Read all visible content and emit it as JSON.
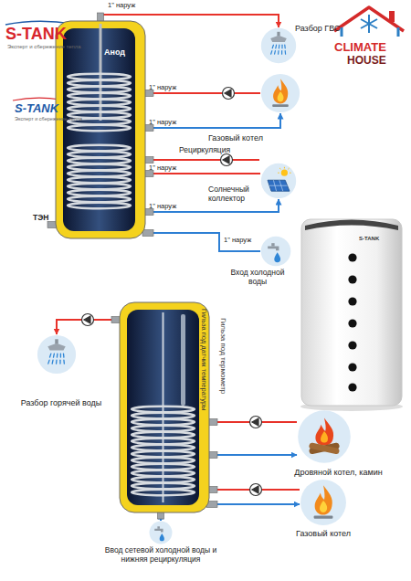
{
  "diagram": {
    "nodes": [
      {
        "text": [
          "Анод"
        ]
      },
      {
        "text": [
          "Разбор ГВС"
        ]
      },
      {
        "text": [
          "Газовый котел"
        ]
      },
      {
        "text": [
          "Солнечный коллектор"
        ]
      },
      {
        "text": [
          "Вход холодной воды"
        ]
      },
      {
        "text": [
          "Гильза под датчик температуры",
          "Гильза под термометр"
        ]
      },
      {
        "text": [
          "Разбор горячей воды"
        ]
      },
      {
        "text": [
          "Дровяной котел, камин"
        ]
      },
      {
        "text": [
          "Газовый котел"
        ]
      },
      {
        "text": [
          "Ввод сетевой холодной воды и нижняя рециркуляция"
        ]
      }
    ],
    "edges": [
      {
        "from": 0,
        "to": 1,
        "arrow": "to"
      },
      {
        "from": 2,
        "to": 0,
        "arrow": "to"
      },
      {
        "from": 0,
        "to": 2,
        "arrow": "to"
      },
      {
        "from": 3,
        "to": 0,
        "arrow": "to"
      },
      {
        "from": 0,
        "to": 3,
        "arrow": "to"
      },
      {
        "from": 4,
        "to": 0,
        "arrow": "to"
      },
      {
        "from": 5,
        "to": 6,
        "arrow": "to"
      },
      {
        "from": 7,
        "to": 5,
        "arrow": "to"
      },
      {
        "from": 5,
        "to": 7,
        "arrow": "to"
      },
      {
        "from": 8,
        "to": 5,
        "arrow": "to"
      },
      {
        "from": 5,
        "to": 8,
        "arrow": "to"
      },
      {
        "from": 9,
        "to": 5,
        "arrow": "to"
      }
    ],
    "labels": [
      "S-TANK",
      "Эксперт и сбережение тепла",
      "S-TANK",
      "Эксперт и сбережение тепла",
      "CLIMATE",
      "HOUSE",
      "1\" наруж",
      "1\" наруж",
      "1\" наруж",
      "Рециркуляция",
      "1\" наруж",
      "1\" наруж",
      "ТЭН",
      "1\" наруж",
      "S-TANK"
    ]
  }
}
